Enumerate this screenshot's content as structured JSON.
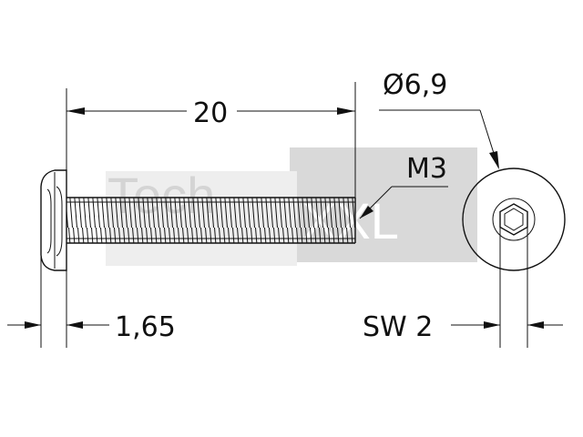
{
  "drawing": {
    "length_label": "20",
    "diameter_label": "Ø6,9",
    "thread_label": "M3",
    "head_height_label": "1,65",
    "wrench_size_label": "SW 2"
  },
  "watermark": {
    "text_left": "Tech",
    "text_right": "XXL",
    "block_color": "#d9d9d9",
    "text_color": "#ffffff"
  },
  "colors": {
    "line": "#111111",
    "background": "#ffffff"
  }
}
